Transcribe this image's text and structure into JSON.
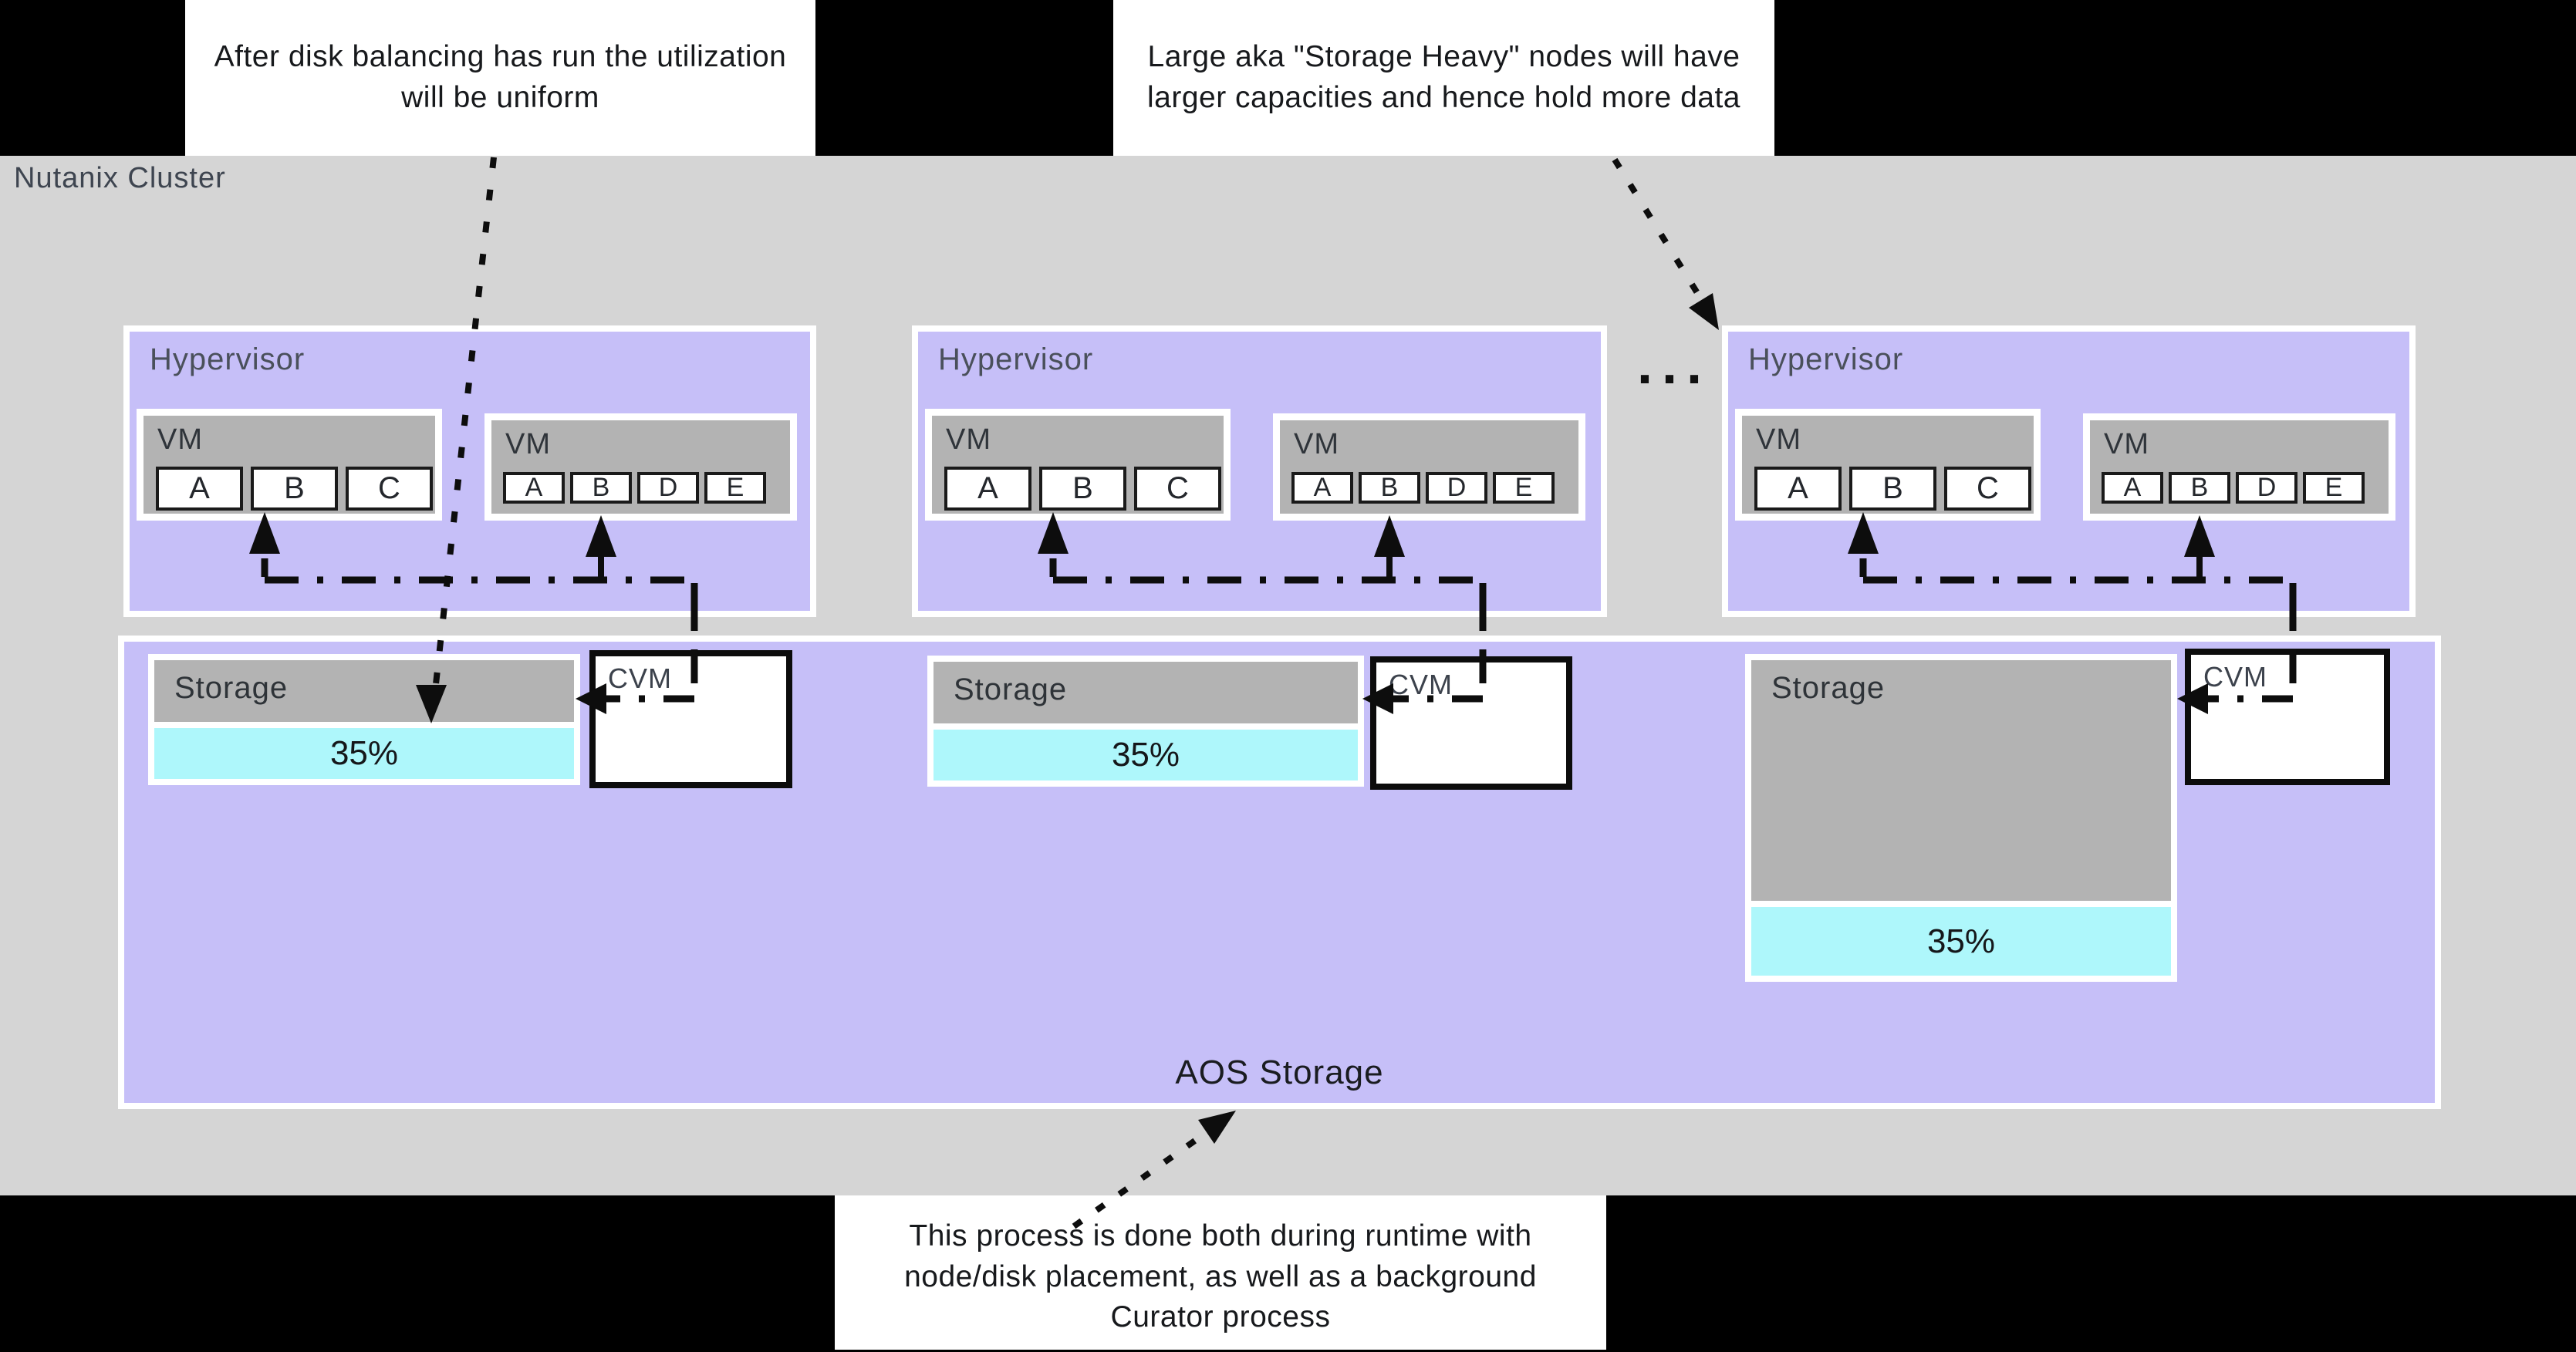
{
  "colors": {
    "background": "#000000",
    "cluster_bg": "#d5d5d5",
    "node_purple": "#c6bff8",
    "box_gray": "#b3b3b3",
    "utilization_cyan": "#aef7fb",
    "callout_bg": "#ffffff",
    "label_slate": "#3e4550",
    "arrow_black": "#0d0d0d"
  },
  "cluster": {
    "label": "Nutanix Cluster",
    "ellipsis": "..."
  },
  "callouts": {
    "disk_balancing": {
      "lines": [
        "After disk balancing has run the utilization",
        "will be uniform"
      ]
    },
    "storage_heavy": {
      "lines": [
        "Large aka \"Storage Heavy\" nodes will have",
        "larger capacities and hence hold more data"
      ]
    },
    "curator": {
      "lines": [
        "This process is done both during runtime with",
        "node/disk placement, as well as a background",
        "Curator process"
      ]
    }
  },
  "hypervisors": [
    {
      "label": "Hypervisor",
      "vms": [
        {
          "label": "VM",
          "blocks": [
            "A",
            "B",
            "C"
          ]
        },
        {
          "label": "VM",
          "blocks": [
            "A",
            "B",
            "D",
            "E"
          ]
        }
      ]
    },
    {
      "label": "Hypervisor",
      "vms": [
        {
          "label": "VM",
          "blocks": [
            "A",
            "B",
            "C"
          ]
        },
        {
          "label": "VM",
          "blocks": [
            "A",
            "B",
            "D",
            "E"
          ]
        }
      ]
    },
    {
      "label": "Hypervisor",
      "vms": [
        {
          "label": "VM",
          "blocks": [
            "A",
            "B",
            "C"
          ]
        },
        {
          "label": "VM",
          "blocks": [
            "A",
            "B",
            "D",
            "E"
          ]
        }
      ]
    }
  ],
  "aos": {
    "label": "AOS Storage"
  },
  "storage_nodes": [
    {
      "label": "Storage",
      "utilization": "35%",
      "cvm_label": "CVM",
      "size": "standard"
    },
    {
      "label": "Storage",
      "utilization": "35%",
      "cvm_label": "CVM",
      "size": "standard"
    },
    {
      "label": "Storage",
      "utilization": "35%",
      "cvm_label": "CVM",
      "size": "large"
    }
  ]
}
